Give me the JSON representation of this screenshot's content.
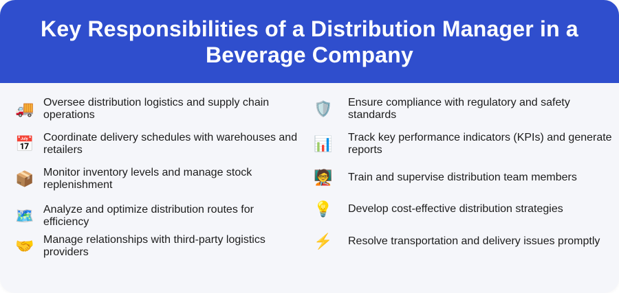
{
  "header": {
    "title": "Key Responsibilities of a Distribution Manager in a Beverage Company",
    "background_color": "#2f4ecd"
  },
  "responsibilities": {
    "left": [
      {
        "icon": "🚚",
        "icon_name": "delivery-truck-icon",
        "text": "Oversee distribution logistics and supply chain operations"
      },
      {
        "icon": "📅",
        "icon_name": "calendar-icon",
        "text": "Coordinate delivery schedules with warehouses and retailers"
      },
      {
        "icon": "📦",
        "icon_name": "package-icon",
        "text": "Monitor inventory levels and manage stock replenishment"
      },
      {
        "icon": "🗺️",
        "icon_name": "world-map-icon",
        "text": "Analyze and optimize distribution routes for efficiency"
      },
      {
        "icon": "🤝",
        "icon_name": "handshake-icon",
        "text": "Manage relationships with third-party logistics providers"
      }
    ],
    "right": [
      {
        "icon": "🛡️",
        "icon_name": "shield-icon",
        "text": "Ensure compliance with regulatory and safety standards"
      },
      {
        "icon": "📊",
        "icon_name": "bar-chart-icon",
        "text": "Track key performance indicators (KPIs) and generate reports"
      },
      {
        "icon": "🧑‍🏫",
        "icon_name": "teacher-icon",
        "text": "Train and supervise distribution team members"
      },
      {
        "icon": "💡",
        "icon_name": "light-bulb-icon",
        "text": "Develop cost-effective distribution strategies"
      },
      {
        "icon": "⚡",
        "icon_name": "lightning-icon",
        "text": "Resolve transportation and delivery issues promptly"
      }
    ]
  }
}
